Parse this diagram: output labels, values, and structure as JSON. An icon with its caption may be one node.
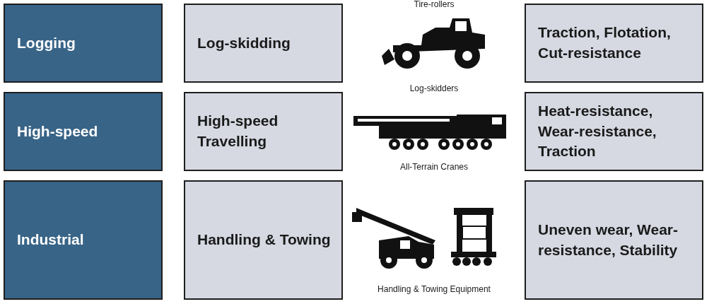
{
  "diagram": {
    "nodes": [
      {
        "text": [
          "Logging"
        ]
      },
      {
        "text": [
          "Log-skidding"
        ]
      },
      {
        "text": [
          "Traction, Flotation, Cut-resistance"
        ]
      },
      {
        "text": [
          "High-speed"
        ]
      },
      {
        "text": [
          "High-speed Travelling"
        ]
      },
      {
        "text": [
          "Heat-resistance, Wear-resistance, Traction"
        ]
      },
      {
        "text": [
          "Industrial"
        ]
      },
      {
        "text": [
          "Handling & Towing"
        ]
      },
      {
        "text": [
          "Uneven wear, Wear-resistance, Stability"
        ]
      }
    ],
    "labels": [
      "Tire-rollers",
      "Log-skidders",
      "All-Terrain Cranes",
      "Handling & Towing Equipment"
    ]
  }
}
